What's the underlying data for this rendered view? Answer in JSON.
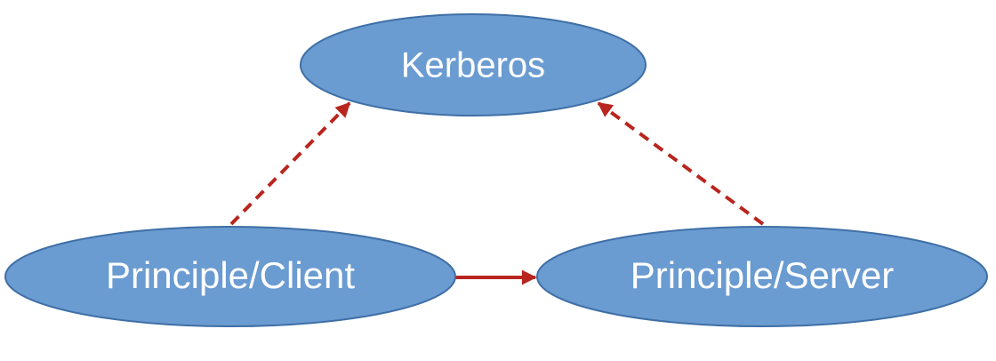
{
  "nodes": {
    "kerberos": {
      "label": "Kerberos"
    },
    "client": {
      "label": "Principle/Client"
    },
    "server": {
      "label": "Principle/Server"
    }
  },
  "edges": [
    {
      "from": "client",
      "to": "kerberos",
      "style": "dashed"
    },
    {
      "from": "server",
      "to": "kerberos",
      "style": "dashed"
    },
    {
      "from": "client",
      "to": "server",
      "style": "solid"
    }
  ],
  "colors": {
    "node_fill": "#6a9bd1",
    "node_stroke": "#3f6fa6",
    "edge": "#b8261f",
    "label": "#ffffff"
  }
}
